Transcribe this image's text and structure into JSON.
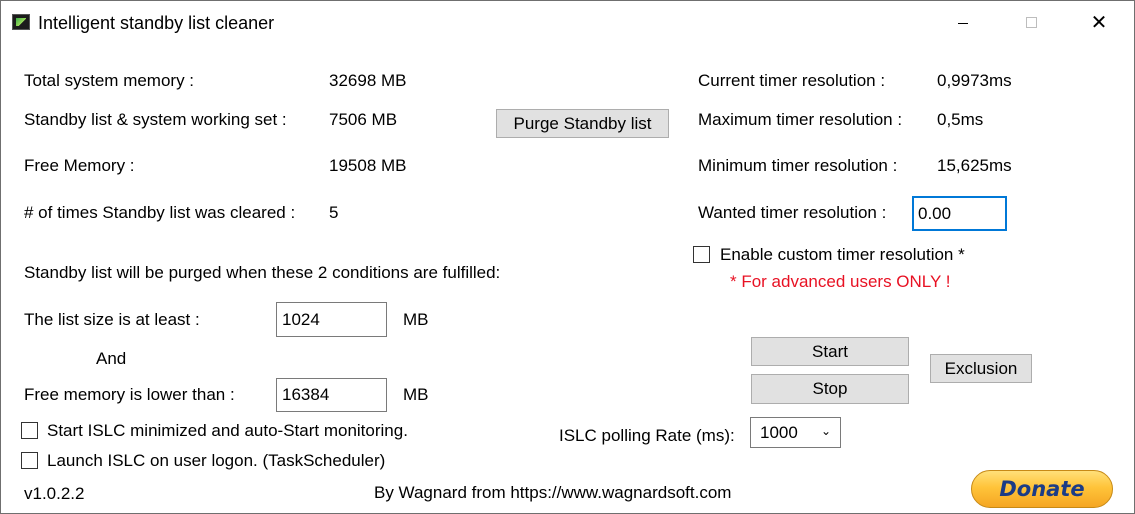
{
  "window": {
    "title": "Intelligent standby list cleaner",
    "icon": "app-monitor-icon"
  },
  "memory": {
    "total_label": "Total system memory :",
    "total_value": "32698 MB",
    "standby_label": "Standby list & system working set :",
    "standby_value": "7506 MB",
    "free_label": "Free Memory :",
    "free_value": "19508 MB",
    "cleared_label": "# of times Standby list was cleared :",
    "cleared_value": "5",
    "purge_button": "Purge Standby list"
  },
  "timer": {
    "current_label": "Current timer resolution :",
    "current_value": "0,9973ms",
    "max_label": "Maximum timer resolution :",
    "max_value": "0,5ms",
    "min_label": "Minimum timer resolution :",
    "min_value": "15,625ms",
    "wanted_label": "Wanted timer resolution :",
    "wanted_value": "0.00",
    "custom_label": "Enable custom timer resolution *",
    "custom_checked": false,
    "warning": "* For advanced users ONLY !"
  },
  "conditions": {
    "heading": "Standby list will be purged when these 2 conditions are fulfilled:",
    "list_size_label": "The list size is at least :",
    "list_size_value": "1024",
    "list_size_unit": "MB",
    "and_label": "And",
    "free_mem_label": "Free memory is lower than :",
    "free_mem_value": "16384",
    "free_mem_unit": "MB"
  },
  "controls": {
    "start": "Start",
    "stop": "Stop",
    "exclusion": "Exclusion",
    "polling_label": "ISLC polling Rate (ms):",
    "polling_value": "1000"
  },
  "options": {
    "start_minimized": "Start ISLC minimized and auto-Start monitoring.",
    "start_minimized_checked": false,
    "launch_logon": "Launch ISLC on user logon. (TaskScheduler)",
    "launch_logon_checked": false
  },
  "footer": {
    "version": "v1.0.2.2",
    "credit": "By Wagnard from https://www.wagnardsoft.com",
    "donate": "Donate"
  },
  "colors": {
    "accent": "#0078d7",
    "warning": "#e81123",
    "button_bg": "#e1e1e1",
    "donate_text": "#1b3c86"
  }
}
